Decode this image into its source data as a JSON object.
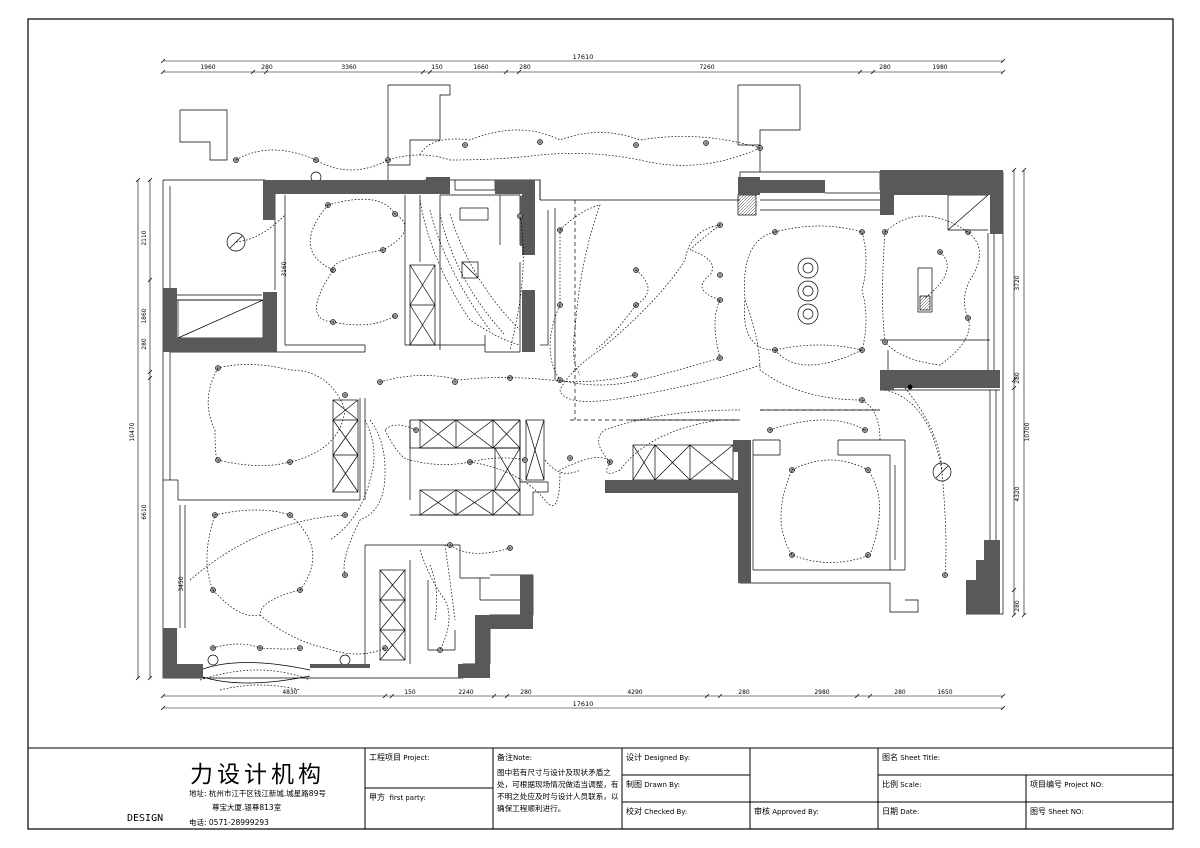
{
  "dimensions": {
    "top": {
      "total": "17610",
      "segments": [
        "1960",
        "280",
        "3360",
        "150",
        "1660",
        "280",
        "7260",
        "280",
        "1980"
      ]
    },
    "bottom": {
      "total": "17610",
      "segments": [
        "4830",
        "150",
        "2240",
        "280",
        "4290",
        "280",
        "2980",
        "280",
        "1650"
      ]
    },
    "left": {
      "total": "10470",
      "segments": [
        "2110",
        "3160",
        "1860",
        "280",
        "6610",
        "3450"
      ]
    },
    "right": {
      "total": "10700",
      "segments": [
        "3720",
        "280",
        "4320",
        "280"
      ]
    }
  },
  "title_block": {
    "company": "力设计机构",
    "address": "地址: 杭州市江干区钱江新城.城星路89号",
    "address2": "尊宝大厦.银尊813室",
    "phone": "电话: 0571-28999293",
    "brand": "DESIGN",
    "project_label": "工程项目",
    "project_label_en": "Project:",
    "party_label": "甲方",
    "party_label_en": "first party:",
    "notes_label": "备注",
    "notes_label_en": "Note:",
    "notes_text": "图中若有尺寸与设计及现状矛盾之处，可根据现场情况做适当调整，有不明之处应及时与设计人员联系，以确保工程顺利进行。",
    "designed_label": "设计",
    "designed_label_en": "Designed By:",
    "drawn_label": "制图",
    "drawn_label_en": "Drawn By:",
    "checked_label": "校对",
    "checked_label_en": "Checked By:",
    "approved_label": "审核",
    "approved_label_en": "Approved By:",
    "sheet_title_label": "图名",
    "sheet_title_label_en": "Sheet Title:",
    "scale_label": "比例",
    "scale_label_en": "Scale:",
    "project_no_label": "项目编号",
    "project_no_label_en": "Project NO:",
    "date_label": "日期",
    "date_label_en": "Date:",
    "sheet_no_label": "图号",
    "sheet_no_label_en": "Sheet NO:"
  }
}
